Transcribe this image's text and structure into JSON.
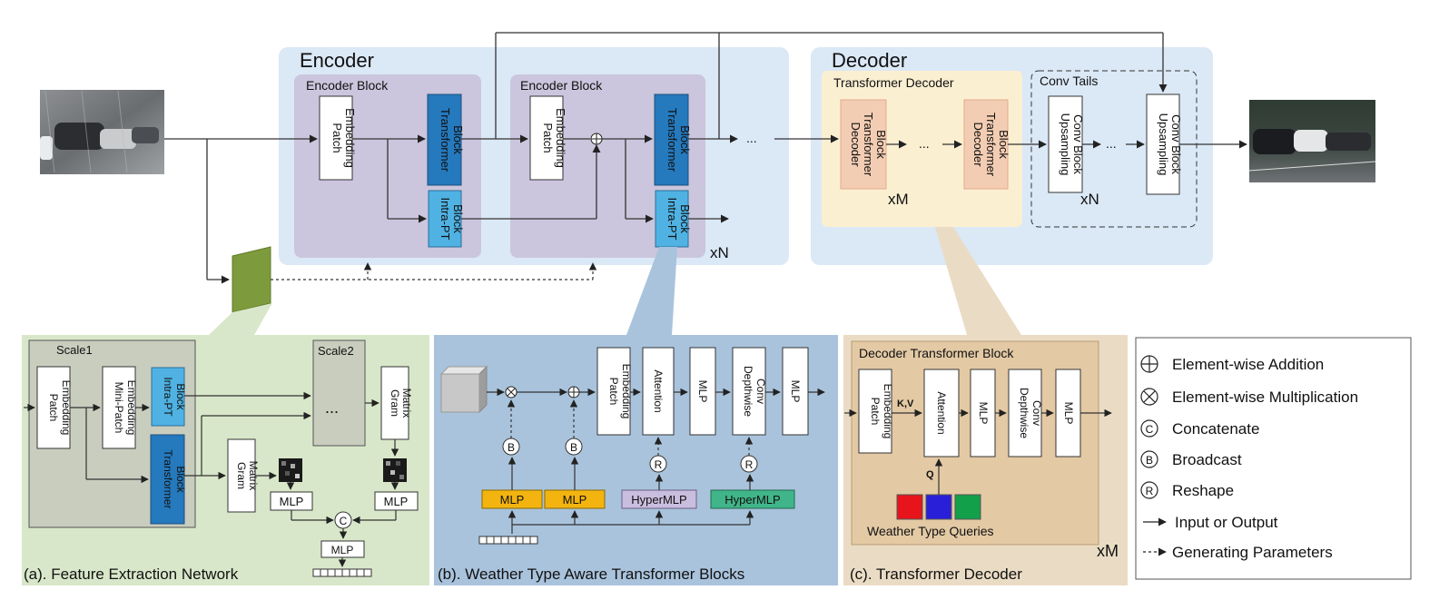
{
  "encoder": {
    "title": "Encoder",
    "block_label": "Encoder Block",
    "patch_embedding": [
      "Patch",
      "Embedding"
    ],
    "transformer_block": [
      "Transformer",
      "Block"
    ],
    "intra_pt_block": [
      "Intra-PT",
      "Block"
    ],
    "repeat": "xN"
  },
  "decoder": {
    "title": "Decoder",
    "transformer_decoder_label": "Transformer Decoder",
    "decoder_transformer_block": [
      "Decoder",
      "Transformer",
      "Block"
    ],
    "repeat_m": "xM",
    "conv_tails_label": "Conv Tails",
    "upsampling_conv_block": [
      "Upsampling",
      "Conv Block"
    ],
    "repeat_n": "xN"
  },
  "ellipsis": "...",
  "panel_a": {
    "caption": "(a). Feature Extraction Network",
    "scale1": "Scale1",
    "scale2": "Scale2",
    "patch_embedding": [
      "Patch",
      "Embedding"
    ],
    "mini_patch_embedding": [
      "Mini-Patch",
      "Embedding"
    ],
    "intra_pt_block": [
      "Intra-PT",
      "Block"
    ],
    "transformer_block": [
      "Transformer",
      "Block"
    ],
    "gram_matrix": [
      "Gram",
      "Matrix"
    ],
    "mlp": "MLP",
    "concat_symbol": "C"
  },
  "panel_b": {
    "caption": "(b). Weather Type Aware Transformer Blocks",
    "patch_embedding": [
      "Patch",
      "Embedding"
    ],
    "attention": "Attention",
    "mlp": "MLP",
    "depthwise_conv": [
      "Depthwise",
      "Conv"
    ],
    "broadcast_symbol": "B",
    "reshape_symbol": "R",
    "mlp_box": "MLP",
    "hypermlp_box": "HyperMLP"
  },
  "panel_c": {
    "caption": "(c). Transformer Decoder",
    "block_label": "Decoder Transformer Block",
    "patch_embedding": [
      "Patch",
      "Embedding"
    ],
    "attention": "Attention",
    "mlp": "MLP",
    "depthwise_conv": [
      "Depthwise",
      "Conv"
    ],
    "kv_label": "K,V",
    "q_label": "Q",
    "queries_label": "Weather Type Queries",
    "repeat": "xM",
    "query_colors": [
      "#e8141b",
      "#2a1fd8",
      "#12a04a"
    ]
  },
  "legend": {
    "items": [
      {
        "symbol": "plus-circle",
        "label": "Element-wise Addition"
      },
      {
        "symbol": "times-circle",
        "label": "Element-wise Multiplication"
      },
      {
        "symbol": "C",
        "label": "Concatenate"
      },
      {
        "symbol": "B",
        "label": "Broadcast"
      },
      {
        "symbol": "R",
        "label": "Reshape"
      },
      {
        "symbol": "solid-arrow",
        "label": "Input or Output"
      },
      {
        "symbol": "dashed-arrow",
        "label": "Generating Parameters"
      }
    ]
  },
  "colors": {
    "encoder_bg": "#dbe8f6",
    "encoder_block_bg": "#cbc6dd",
    "decoder_bg": "#dbe8f6",
    "transformer_decoder_bg": "#fbefd2",
    "decoder_block_fill": "#f3cdb3",
    "transformer_block_fill": "#2579bd",
    "intra_pt_fill": "#4fb2e3",
    "panel_a_bg": "#d8e7c9",
    "panel_b_bg": "#a9c3dc",
    "panel_c_bg": "#eadcc4",
    "mlp_gold": "#f3b410",
    "hypermlp_purple": "#cabedf",
    "hypermlp_green": "#41b58a",
    "feature_extractor": "#7d9b3c"
  }
}
